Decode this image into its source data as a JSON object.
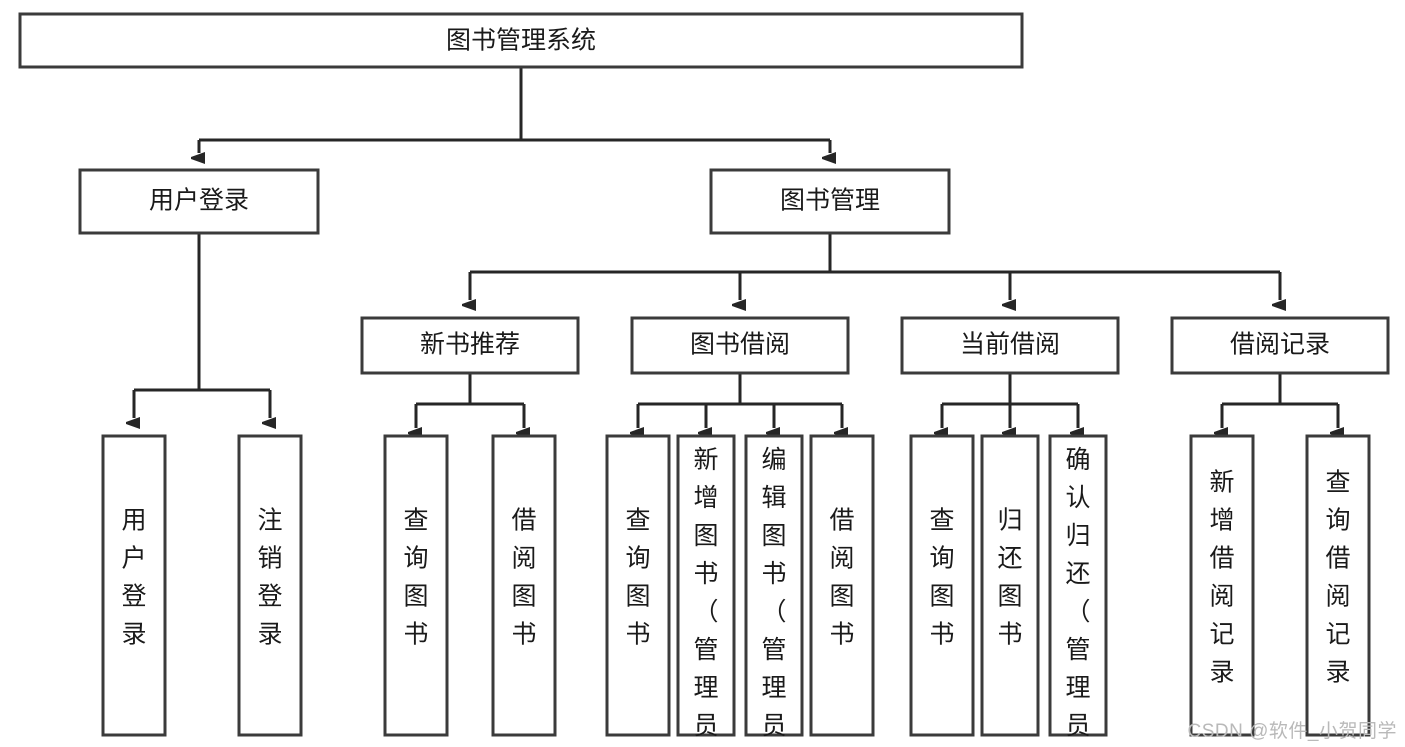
{
  "diagram": {
    "type": "tree-hierarchy",
    "title": "图书管理系统",
    "background_color": "#ffffff",
    "box_stroke_color": "#3b3b3b",
    "edge_color": "#262626",
    "text_color": "#1a1a1a",
    "levels": 4,
    "root": {
      "id": "root",
      "label": "图书管理系统",
      "orientation": "horizontal"
    },
    "level2": [
      {
        "id": "user-login",
        "label": "用户登录",
        "orientation": "horizontal"
      },
      {
        "id": "book-management",
        "label": "图书管理",
        "orientation": "horizontal"
      }
    ],
    "level3": [
      {
        "id": "new-book-recommend",
        "label": "新书推荐",
        "orientation": "horizontal",
        "parent": "book-management"
      },
      {
        "id": "book-borrow",
        "label": "图书借阅",
        "orientation": "horizontal",
        "parent": "book-management"
      },
      {
        "id": "current-borrow",
        "label": "当前借阅",
        "orientation": "horizontal",
        "parent": "book-management"
      },
      {
        "id": "borrow-record",
        "label": "借阅记录",
        "orientation": "horizontal",
        "parent": "book-management"
      }
    ],
    "leaves": [
      {
        "id": "leaf-user-login",
        "label": "用户登录",
        "orientation": "vertical",
        "parent": "user-login"
      },
      {
        "id": "leaf-logout-login",
        "label": "注销登录",
        "orientation": "vertical",
        "parent": "user-login"
      },
      {
        "id": "leaf-query-book-1",
        "label": "查询图书",
        "orientation": "vertical",
        "parent": "new-book-recommend"
      },
      {
        "id": "leaf-borrow-book-1",
        "label": "借阅图书",
        "orientation": "vertical",
        "parent": "new-book-recommend"
      },
      {
        "id": "leaf-query-book-2",
        "label": "查询图书",
        "orientation": "vertical",
        "parent": "book-borrow"
      },
      {
        "id": "leaf-add-book-admin",
        "label": "新增图书（管理员）",
        "orientation": "vertical",
        "parent": "book-borrow"
      },
      {
        "id": "leaf-edit-book-admin",
        "label": "编辑图书（管理员）",
        "orientation": "vertical",
        "parent": "book-borrow"
      },
      {
        "id": "leaf-borrow-book-2",
        "label": "借阅图书",
        "orientation": "vertical",
        "parent": "book-borrow"
      },
      {
        "id": "leaf-query-book-3",
        "label": "查询图书",
        "orientation": "vertical",
        "parent": "current-borrow"
      },
      {
        "id": "leaf-return-book",
        "label": "归还图书",
        "orientation": "vertical",
        "parent": "current-borrow"
      },
      {
        "id": "leaf-confirm-return-admin",
        "label": "确认归还（管理员）",
        "orientation": "vertical",
        "parent": "current-borrow"
      },
      {
        "id": "leaf-add-borrow-record",
        "label": "新增借阅记录",
        "orientation": "vertical",
        "parent": "borrow-record"
      },
      {
        "id": "leaf-query-borrow-record",
        "label": "查询借阅记录",
        "orientation": "vertical",
        "parent": "borrow-record"
      }
    ]
  },
  "watermark": {
    "text": "CSDN @软件_小贺同学"
  }
}
